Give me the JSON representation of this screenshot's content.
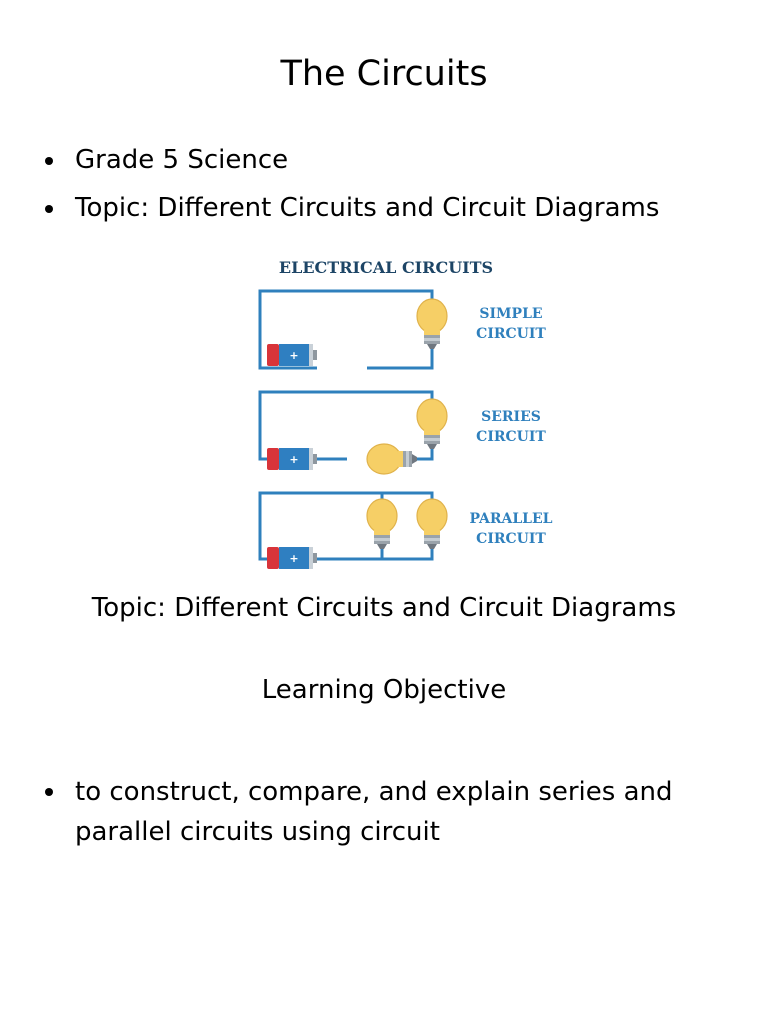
{
  "slide": {
    "title": "The Circuits",
    "bullets": [
      "Grade 5 Science",
      "Topic: Different Circuits and Circuit Diagrams"
    ],
    "figure": {
      "title": "ELECTRICAL CIRCUITS",
      "labels": [
        {
          "line1": "SIMPLE",
          "line2": "CIRCUIT"
        },
        {
          "line1": "SERIES",
          "line2": "CIRCUIT"
        },
        {
          "line1": "PARALLEL",
          "line2": "CIRCUIT"
        }
      ],
      "colors": {
        "title": "#1d4566",
        "label": "#2f80bd",
        "wire": "#2f80bd",
        "battery_red": "#d8343a",
        "battery_blue": "#2f7fc1",
        "bulb_glass": "#f6cf66",
        "bulb_base": "#9aa3ab"
      }
    },
    "topic_line": "Topic: Different Circuits and Circuit Diagrams",
    "objective_heading": "Learning Objective",
    "objective_bullets": [
      "to construct, compare, and explain series and parallel circuits using circuit"
    ]
  }
}
